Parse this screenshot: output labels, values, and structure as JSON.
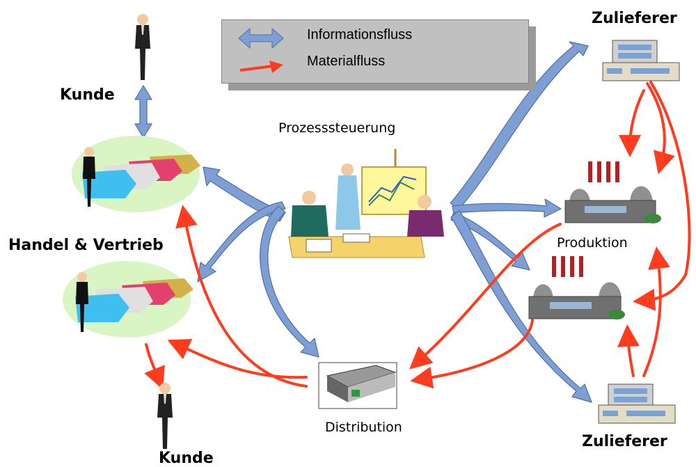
{
  "legend": {
    "info_label": "Informationsfluss",
    "material_label": "Materialfluss"
  },
  "labels": {
    "kunde_top": "Kunde",
    "kunde_bottom": "Kunde",
    "handel": "Handel & Vertrieb",
    "prozess": "Prozesssteuerung",
    "distribution": "Distribution",
    "produktion": "Produktion",
    "zulieferer_top": "Zulieferer",
    "zulieferer_bottom": "Zulieferer"
  },
  "colors": {
    "information_flow": "#7f9fd4",
    "information_outline": "#4a6fa8",
    "material_flow": "#ff3c1e",
    "legend_background": "#c0c0c0"
  }
}
